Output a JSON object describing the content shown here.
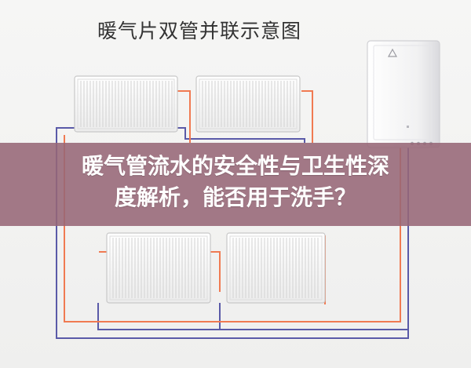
{
  "diagram": {
    "title": "暖气片双管并联示意图",
    "colors": {
      "supply_pipe": "#f07a52",
      "return_pipe": "#5a5aa8",
      "radiator_fill": "#f7f7f7",
      "radiator_stroke": "#c8c8c8",
      "boiler_fill": "#f4f4f5",
      "banner_overlay": "#966776"
    }
  },
  "banner": {
    "line1": "暖气管流水的安全性与卫生性深",
    "line2": "度解析，能否用于洗手？"
  }
}
